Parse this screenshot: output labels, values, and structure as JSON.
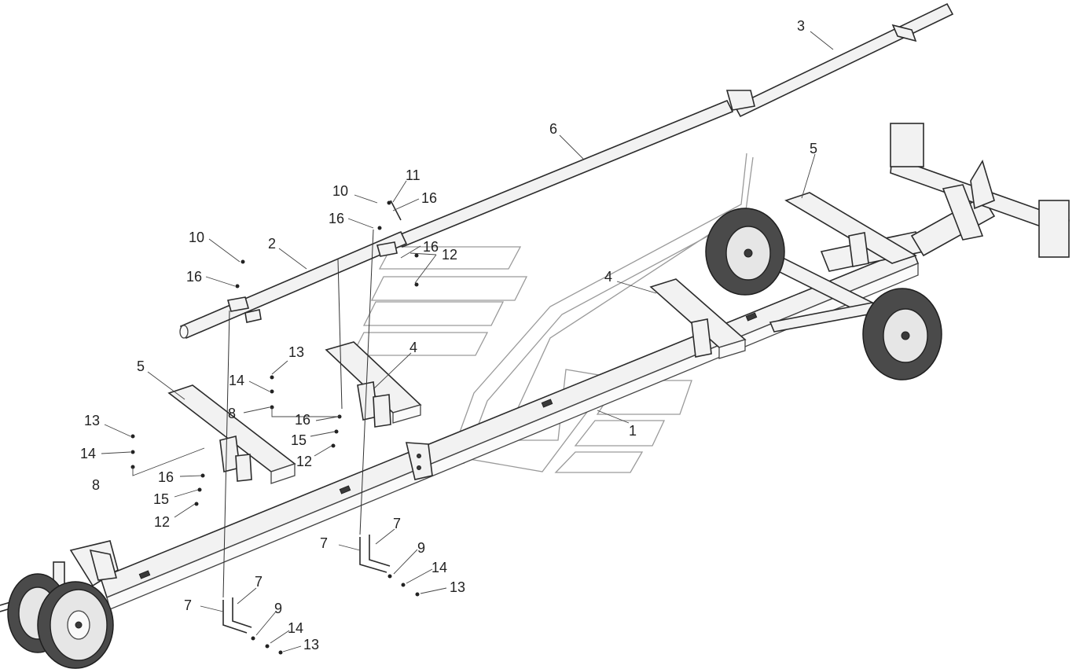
{
  "callouts": [
    {
      "id": "c3",
      "text": "3"
    },
    {
      "id": "c6",
      "text": "6"
    },
    {
      "id": "c11",
      "text": "11"
    },
    {
      "id": "c10a",
      "text": "10"
    },
    {
      "id": "c16a",
      "text": "16"
    },
    {
      "id": "c16b",
      "text": "16"
    },
    {
      "id": "c16c",
      "text": "16"
    },
    {
      "id": "c12a",
      "text": "12"
    },
    {
      "id": "c10b",
      "text": "10"
    },
    {
      "id": "c16d",
      "text": "16"
    },
    {
      "id": "c2",
      "text": "2"
    },
    {
      "id": "c5a",
      "text": "5"
    },
    {
      "id": "c4a",
      "text": "4"
    },
    {
      "id": "c5b",
      "text": "5"
    },
    {
      "id": "c4b",
      "text": "4"
    },
    {
      "id": "c13a",
      "text": "13"
    },
    {
      "id": "c14a",
      "text": "14"
    },
    {
      "id": "c8a",
      "text": "8"
    },
    {
      "id": "c16e",
      "text": "16"
    },
    {
      "id": "c15a",
      "text": "15"
    },
    {
      "id": "c12b",
      "text": "12"
    },
    {
      "id": "c13b",
      "text": "13"
    },
    {
      "id": "c14b",
      "text": "14"
    },
    {
      "id": "c8b",
      "text": "8"
    },
    {
      "id": "c16f",
      "text": "16"
    },
    {
      "id": "c15b",
      "text": "15"
    },
    {
      "id": "c12c",
      "text": "12"
    },
    {
      "id": "c1",
      "text": "1"
    },
    {
      "id": "c7a",
      "text": "7"
    },
    {
      "id": "c7b",
      "text": "7"
    },
    {
      "id": "c9a",
      "text": "9"
    },
    {
      "id": "c14c",
      "text": "14"
    },
    {
      "id": "c13c",
      "text": "13"
    },
    {
      "id": "c7c",
      "text": "7"
    },
    {
      "id": "c7d",
      "text": "7"
    },
    {
      "id": "c9b",
      "text": "9"
    },
    {
      "id": "c14d",
      "text": "14"
    },
    {
      "id": "c13d",
      "text": "13"
    }
  ],
  "colors": {
    "background": "#ffffff",
    "line": "#2b2b2b",
    "part_fill": "#f2f2f2",
    "tyre": "#4a4a4a",
    "watermark": "#9a9a9a"
  }
}
